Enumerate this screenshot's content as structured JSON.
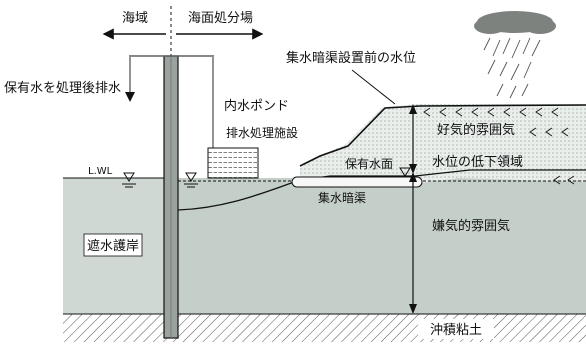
{
  "labels": {
    "sea_side": "海域",
    "landfill_side": "海面処分場",
    "discharge": "保有水を処理後排水",
    "inner_pond": "内水ポンド",
    "treatment_facility": "排水処理施設",
    "water_level_before": "集水暗渠設置前の水位",
    "aerobic": "好気的雰囲気",
    "retained_water_surface": "保有水面",
    "lowered_zone": "水位の低下領域",
    "drain": "集水暗渠",
    "anaerobic": "嫌気的雰囲気",
    "seawall": "遮水護岸",
    "lwl": "L.WL",
    "clay": "沖積粘土"
  },
  "colors": {
    "sea": "#cfd8d2",
    "waste_upper": "#f1f4f2",
    "waste_lower": "#c5cfc9",
    "wall": "#9aa39e",
    "line": "#111111",
    "cloud": "#7d827f"
  },
  "icons": {
    "cloud": "rain-cloud-icon",
    "water_level": "water-level-triangle-icon",
    "arrows": "double-arrow-icon"
  }
}
